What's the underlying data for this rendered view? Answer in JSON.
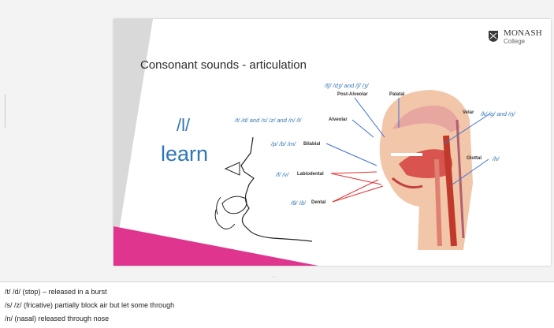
{
  "slide": {
    "title": "Consonant sounds - articulation",
    "brand": {
      "name": "MONASH",
      "sub": "College"
    },
    "phoneme": "/l/",
    "word": "learn",
    "labels": {
      "post_alveolar_sounds": "/tʃ/ /dʒ/ and /ʃ/ /ʒ/",
      "post_alveolar": "Post-Alveolar",
      "palatal": "Palatal",
      "alveolar_sounds": "/t/ /d/ and /s/ /z/ and /n/ /l/",
      "alveolar": "Alveolar",
      "velar": "Velar",
      "velar_sounds": "/k/ /g/ and /ŋ/",
      "bilabial_sounds": "/p/ /b/ /m/",
      "bilabial": "Bilabial",
      "glottal": "Glottal",
      "glottal_sounds": "/h/",
      "labiodental_sounds": "/f/ /v/",
      "labiodental": "Labiodental",
      "dental_sounds": "/θ/ /ð/",
      "dental": "Dental"
    },
    "colors": {
      "accent_blue": "#2e75b6",
      "pink": "#e0358f",
      "gray": "#d9d9d9"
    }
  },
  "notes": {
    "lines": [
      "/t/ /d/ (stop) – released in a burst",
      "/s/ /z/ (fricative) partially block air but let some through",
      "/n/ (nasal) released through nose"
    ]
  }
}
